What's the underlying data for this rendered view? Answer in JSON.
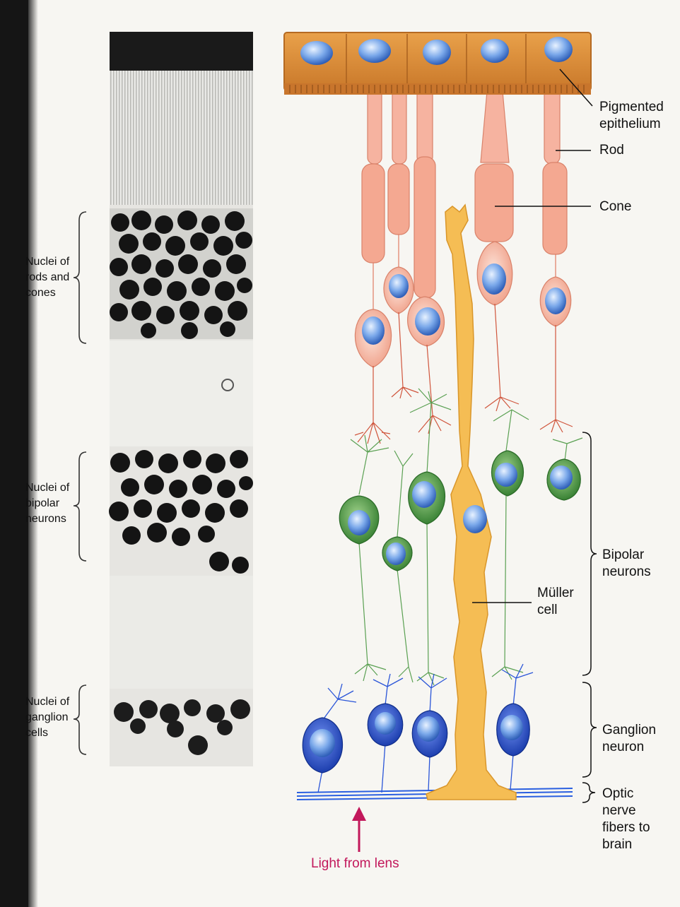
{
  "labels": {
    "pigmented_epithelium": "Pigmented\nepithelium",
    "rod": "Rod",
    "cone": "Cone",
    "bipolar_neurons": "Bipolar\nneurons",
    "muller_cell": "Müller\ncell",
    "ganglion_neuron": "Ganglion\nneuron",
    "optic_nerve": "Optic\nnerve\nfibers to\nbrain",
    "light_from_lens": "Light from lens"
  },
  "micrograph_labels": {
    "rods_cones": "Nuclei of\nrods and\ncones",
    "bipolar": "Nuclei of\nbipolar\nneurons",
    "ganglion": "Nuclei of\nganglion\ncells"
  },
  "colors": {
    "epithelium": "#d98a35",
    "photoreceptor": "#f2a58f",
    "muller": "#f4b84a",
    "bipolar": "#3f8c3a",
    "ganglion": "#1f45c8",
    "nucleus": "#6fa0e8",
    "light_arrow": "#c2185b"
  }
}
